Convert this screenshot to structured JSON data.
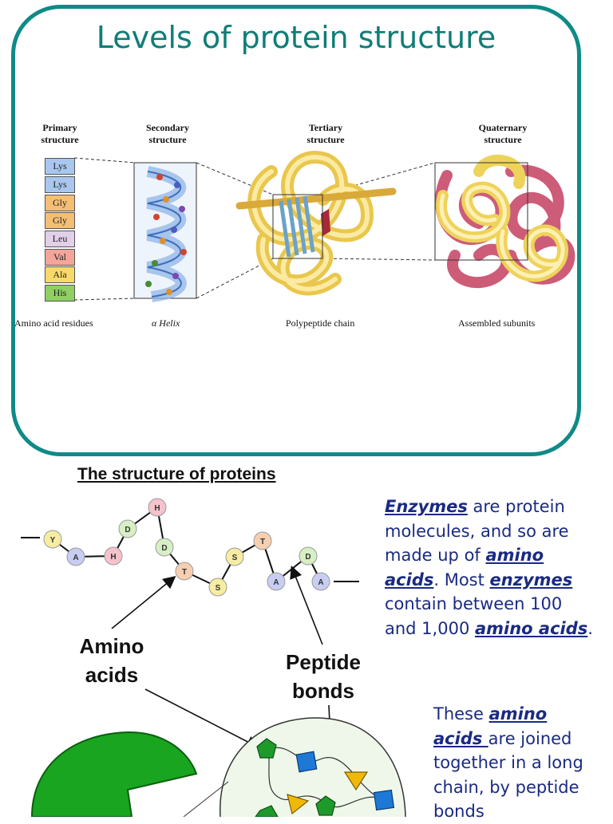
{
  "panel": {
    "title": "Levels of protein structure",
    "columns": [
      {
        "line1": "Primary",
        "line2": "structure",
        "caption": "Amino acid residues"
      },
      {
        "line1": "Secondary",
        "line2": "structure",
        "caption": "α Helix"
      },
      {
        "line1": "Tertiary",
        "line2": "structure",
        "caption": "Polypeptide chain"
      },
      {
        "line1": "Quaternary",
        "line2": "structure",
        "caption": "Assembled subunits"
      }
    ],
    "residues": [
      {
        "name": "Lys",
        "color": "#a9c7ee"
      },
      {
        "name": "Lys",
        "color": "#a9c7ee"
      },
      {
        "name": "Gly",
        "color": "#f4bf75"
      },
      {
        "name": "Gly",
        "color": "#f4bf75"
      },
      {
        "name": "Leu",
        "color": "#e2cfe8"
      },
      {
        "name": "Val",
        "color": "#f3a59a"
      },
      {
        "name": "Ala",
        "color": "#f8da6a"
      },
      {
        "name": "His",
        "color": "#8fcf63"
      }
    ]
  },
  "section_title": "The structure of proteins",
  "chain_beads": [
    {
      "letter": "Y",
      "color": "#f6eda2"
    },
    {
      "letter": "A",
      "color": "#c8cdf2"
    },
    {
      "letter": "H",
      "color": "#f6c2cc"
    },
    {
      "letter": "D",
      "color": "#d7efc4"
    },
    {
      "letter": "H",
      "color": "#f6c2cc"
    },
    {
      "letter": "D",
      "color": "#d7efc4"
    },
    {
      "letter": "T",
      "color": "#f7cfb0"
    },
    {
      "letter": "S",
      "color": "#f6eda2"
    },
    {
      "letter": "S",
      "color": "#f6eda2"
    },
    {
      "letter": "T",
      "color": "#f7cfb0"
    },
    {
      "letter": "A",
      "color": "#c8cdf2"
    },
    {
      "letter": "D",
      "color": "#d7efc4"
    },
    {
      "letter": "A",
      "color": "#c8cdf2"
    }
  ],
  "labels": {
    "amino_line1": "Amino",
    "amino_line2": "acids",
    "peptide_line1": "Peptide",
    "peptide_line2": "bonds"
  },
  "paragraph1": {
    "l1_kw": "Enzymes",
    "l1_rest": " are protein",
    "l2": "molecules, and so are",
    "l3_pre": "made up of ",
    "l3_kw": "amino",
    "l4_kw": "acids",
    "l4_mid": ". Most ",
    "l4_kw2": "enzymes",
    "l5": "contain between 100",
    "l6_pre": "and 1,000 ",
    "l6_kw": "amino acids",
    "l6_post": "."
  },
  "paragraph2": {
    "l1_pre": "These ",
    "l1_kw": "amino",
    "l2_kw": "acids ",
    "l2_rest": "are joined",
    "l3": "together in a long",
    "l4": "chain,  by peptide",
    "l5": "bonds"
  }
}
